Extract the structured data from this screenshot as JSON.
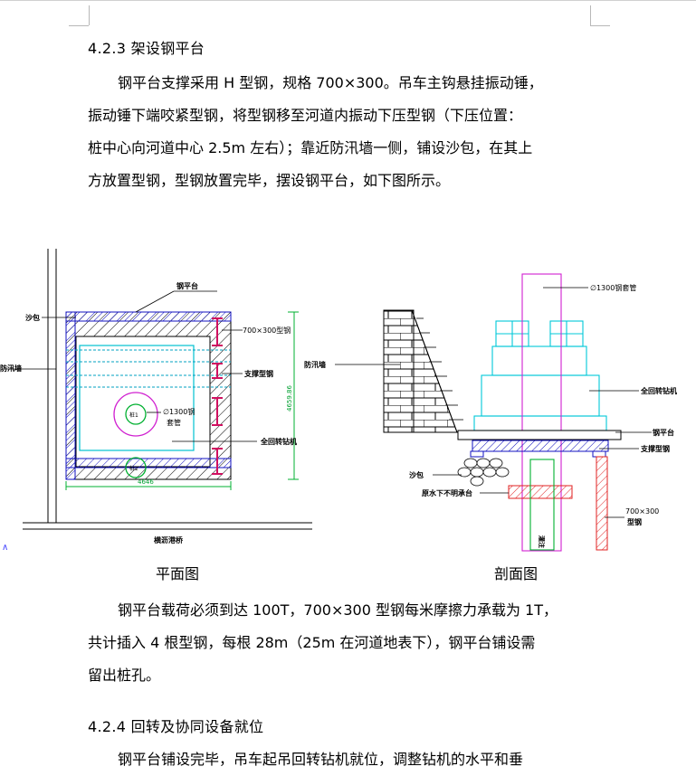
{
  "section1": {
    "heading": "4.2.3 架设钢平台",
    "lines": [
      "钢平台支撑采用 H 型钢，规格 700×300。吊车主钩悬挂振动锤，",
      "振动锤下端咬紧型钢，将型钢移至河道内振动下压型钢（下压位置：",
      "桩中心向河道中心 2.5m 左右）；靠近防汛墙一侧，铺设沙包，在其上",
      "方放置型钢，型钢放置完毕，摆设钢平台，如下图所示。"
    ]
  },
  "plan": {
    "caption": "平面图",
    "labels": {
      "platform": "钢平台",
      "sandbag": "沙包",
      "wall": "防汛墙",
      "hbeam": "700×300型钢",
      "support": "支撑型钢",
      "casing": "∅1300钢",
      "casing2": "套管",
      "rig": "全回转钻机",
      "pile1": "桩1",
      "pile2": "桩2",
      "width": "4646",
      "height": "4659.86",
      "bridge": "横沥港桥"
    }
  },
  "section_view": {
    "caption": "剖面图",
    "labels": {
      "casing": "∅1300钢套管",
      "wall": "防汛墙",
      "rig": "全回转钻机",
      "platform": "钢平台",
      "support": "支撑型钢",
      "sandbag": "沙包",
      "bearing": "原水下不明承台",
      "hbeam": "700×300",
      "hbeam2": "型钢",
      "pile": "灌注"
    }
  },
  "section2": {
    "lines": [
      "钢平台载荷必须到达 100T，700×300 型钢每米摩擦力承载为 1T，",
      "共计插入 4 根型钢，每根 28m（25m 在河道地表下），钢平台铺设需",
      "留出桩孔。"
    ]
  },
  "section3": {
    "heading": "4.2.4 回转及协同设备就位",
    "lines": [
      "钢平台铺设完毕，吊车起吊回转钻机就位，调整钻机的水平和垂"
    ]
  }
}
